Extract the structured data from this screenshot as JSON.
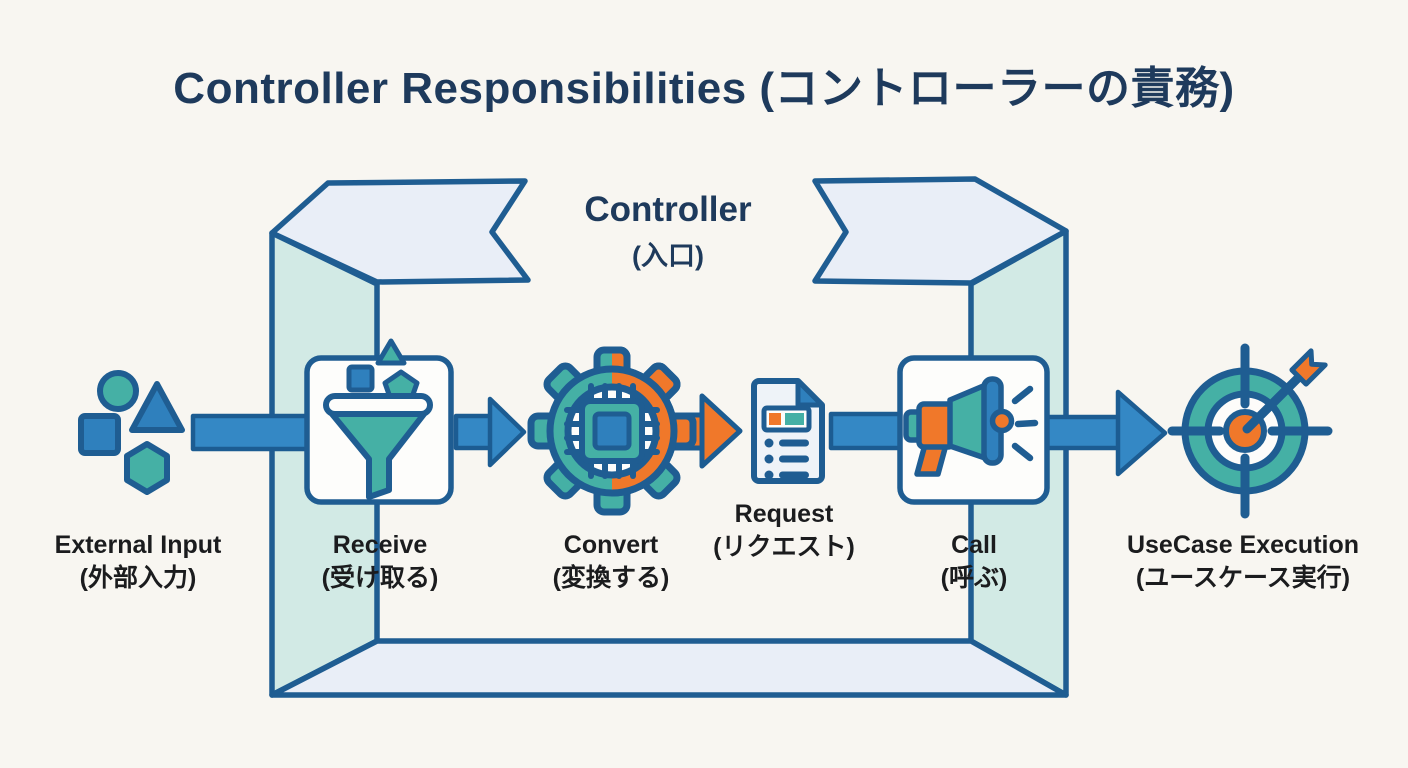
{
  "title": "Controller Responsibilities (コントローラーの責務)",
  "banner": {
    "label": "Controller",
    "sublabel": "(入口)"
  },
  "steps": [
    {
      "id": "external-input",
      "label": "External Input",
      "sublabel": "(外部入力)",
      "icon": "shapes-cluster-icon"
    },
    {
      "id": "receive",
      "label": "Receive",
      "sublabel": "(受け取る)",
      "icon": "funnel-icon"
    },
    {
      "id": "convert",
      "label": "Convert",
      "sublabel": "(変換する)",
      "icon": "gear-chip-icon"
    },
    {
      "id": "request",
      "label": "Request",
      "sublabel": "(リクエスト)",
      "icon": "document-icon"
    },
    {
      "id": "call",
      "label": "Call",
      "sublabel": "(呼ぶ)",
      "icon": "megaphone-icon"
    },
    {
      "id": "usecase-execution",
      "label": "UseCase Execution",
      "sublabel": "(ユースケース実行)",
      "icon": "target-arrow-icon"
    }
  ],
  "flow": [
    "external-input",
    "receive",
    "convert",
    "request",
    "call",
    "usecase-execution"
  ],
  "colors": {
    "background": "#f8f6f1",
    "title_navy": "#1e3a5c",
    "outline_blue": "#1f5d92",
    "arrow_blue": "#3488c5",
    "icon_blue": "#2f80bd",
    "teal": "#45b0a5",
    "orange": "#f0782a",
    "wall_teal": "#d2eae5",
    "panel_light_blue": "#e9eef7",
    "white_fill": "#fdfdfb",
    "label_black": "#1b1c1e"
  }
}
